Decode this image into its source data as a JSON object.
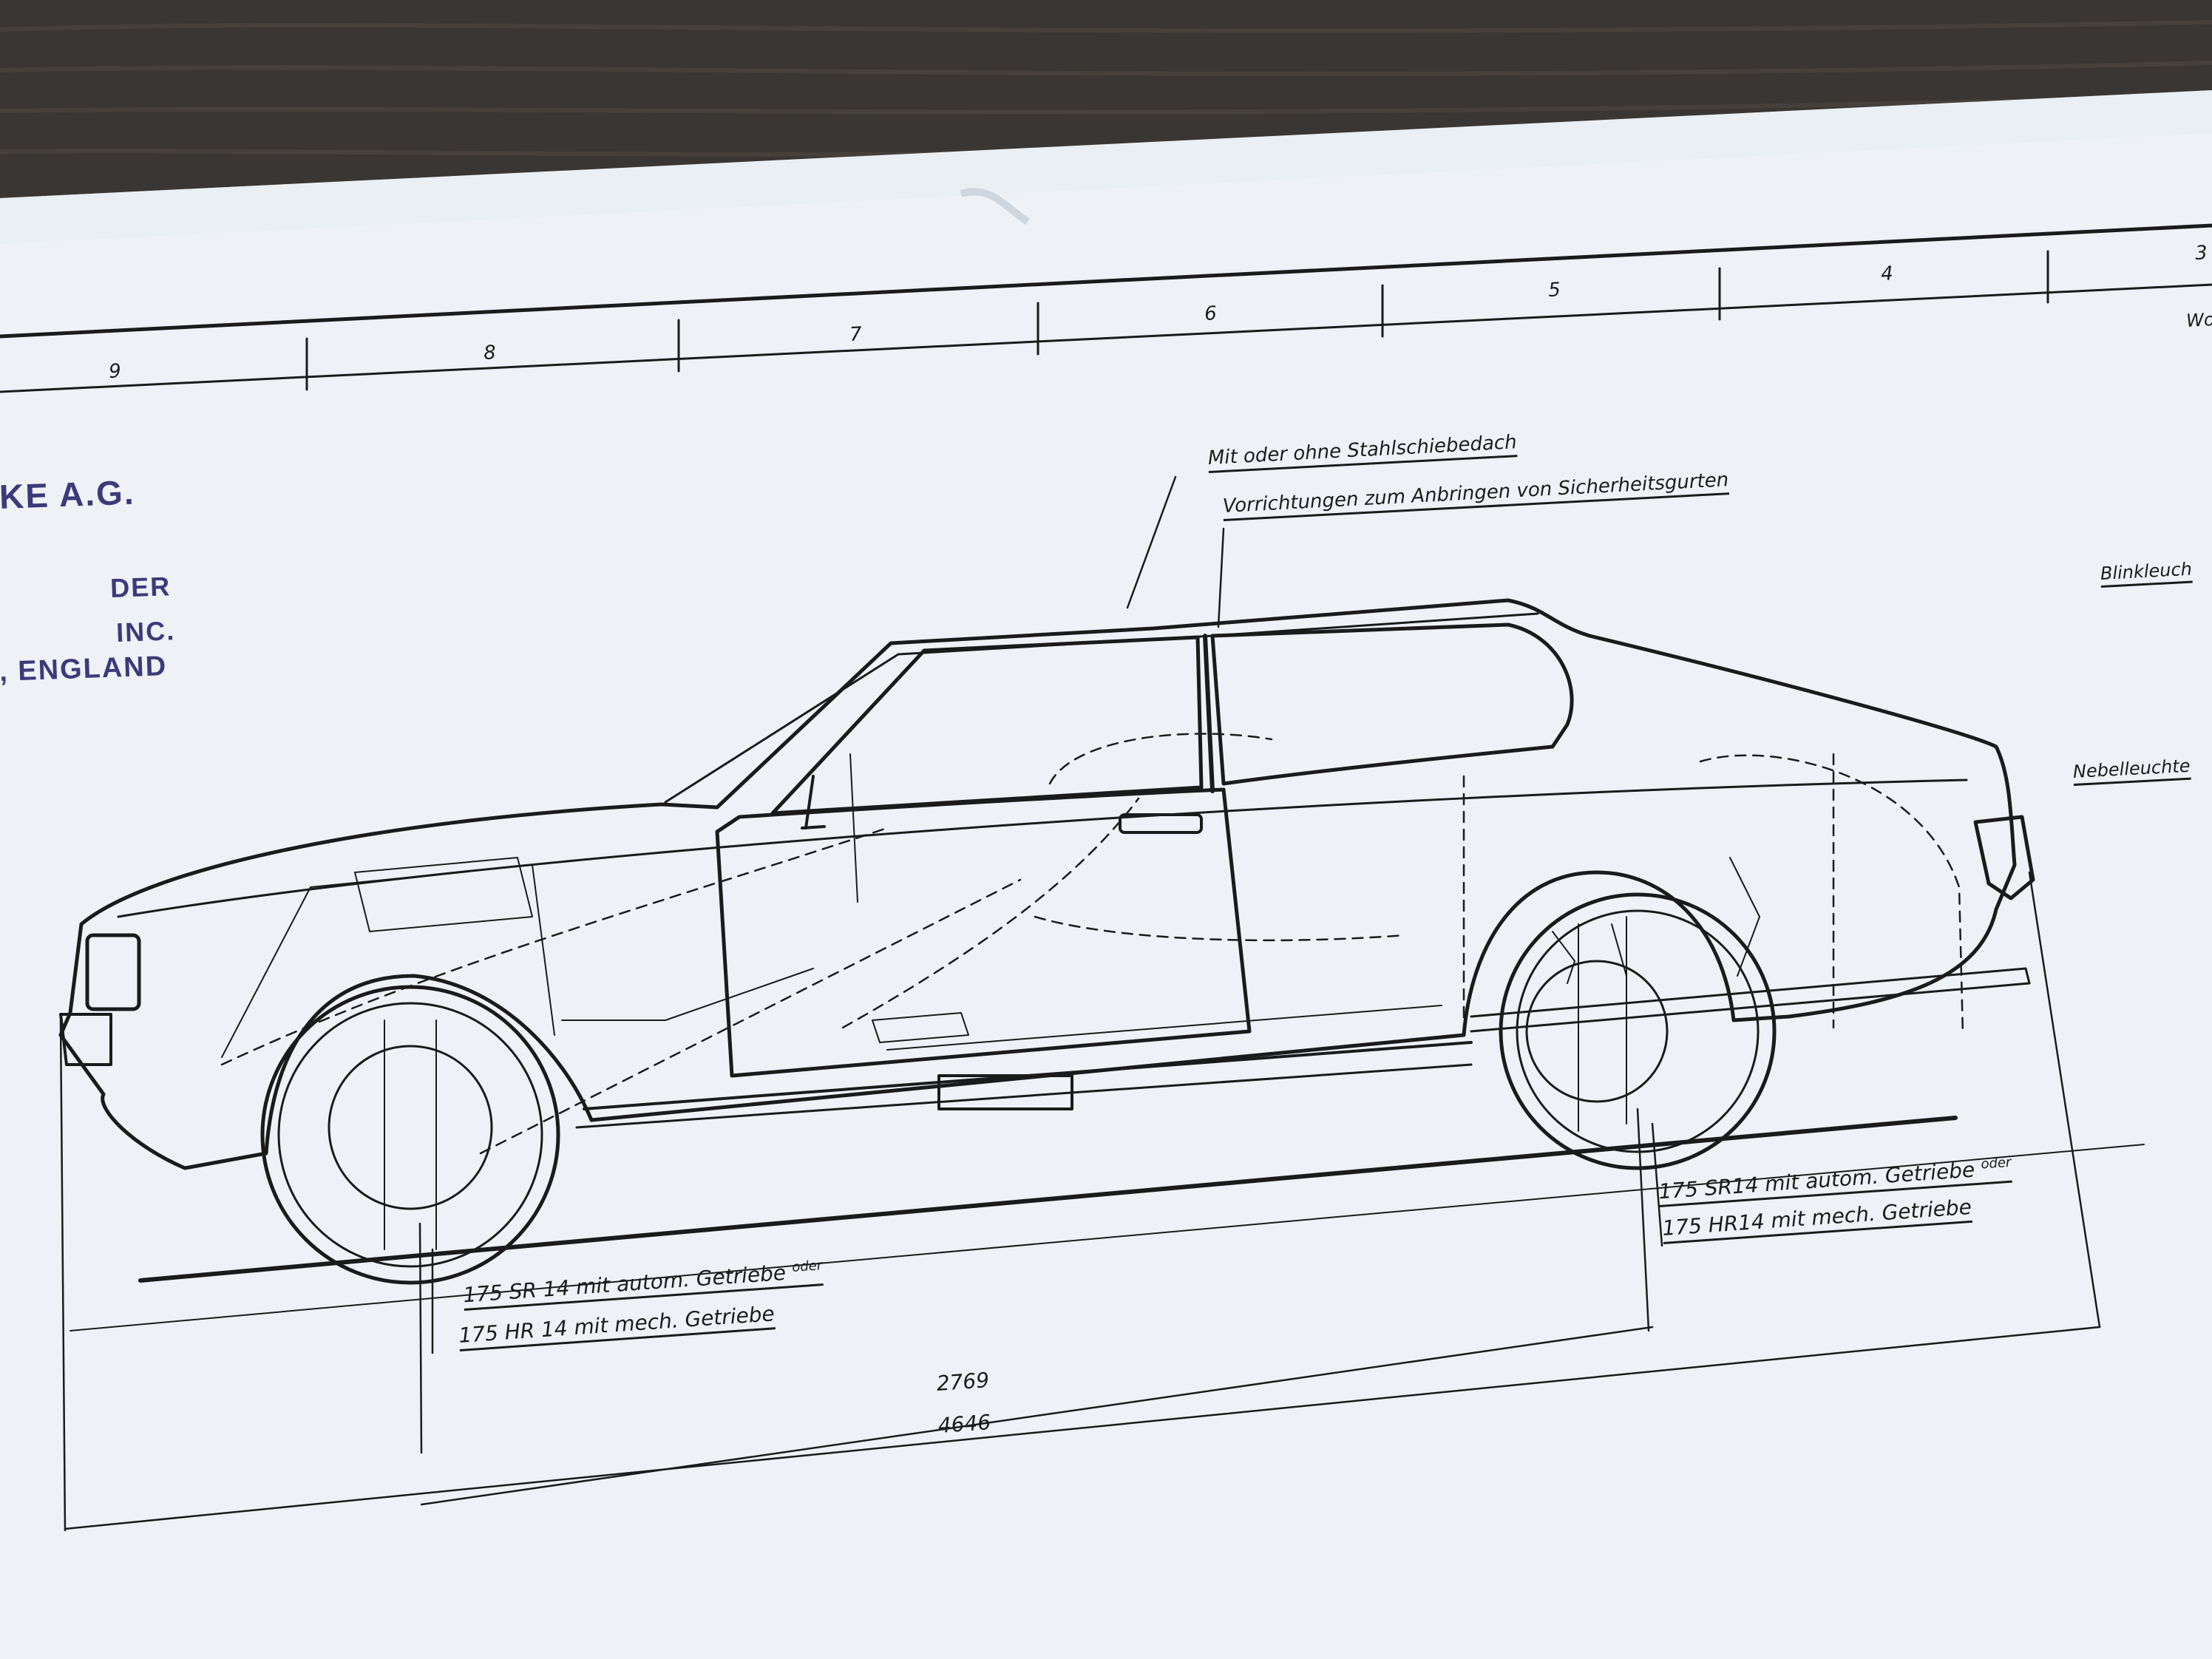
{
  "grid_numbers": [
    "9",
    "8",
    "7",
    "6",
    "5",
    "4",
    "3"
  ],
  "stamp_lines": [
    "KE A.G.",
    " ",
    "DER",
    "INC.",
    ", ENGLAND"
  ],
  "callouts": {
    "sunroof": "Mit oder ohne Stahlschiebedach",
    "seatbelts": "Vorrichtungen zum Anbringen von Sicherheitsgurten",
    "indicator": "Blinkleuch",
    "fog": "Nebelleuchte",
    "margin_fragment": "Wo"
  },
  "tyres_front": {
    "line1": "175 SR 14 mit autom. Getriebe",
    "line1_suffix": "oder",
    "line2": "175 HR 14 mit mech. Getriebe"
  },
  "tyres_rear": {
    "line1": "175 SR14 mit autom. Getriebe",
    "line1_suffix": "oder",
    "line2": "175 HR14 mit mech. Getriebe"
  },
  "dimensions": {
    "wheelbase": "2769",
    "overall_length": "4646"
  },
  "colors": {
    "paper": "#eef2f6",
    "ink": "#1b1b1b",
    "stamp_ink": "#3d3a7a",
    "wood": "#3a3633"
  }
}
